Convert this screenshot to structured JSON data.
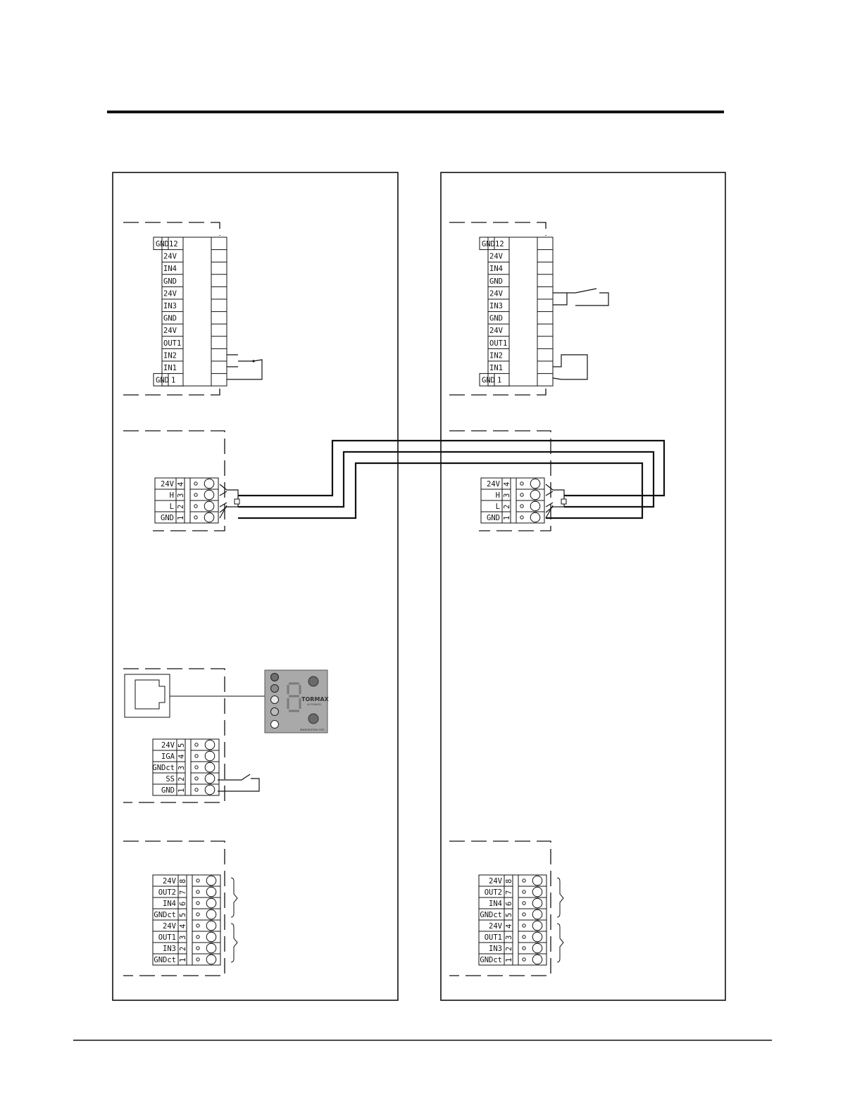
{
  "terminal_block_12": {
    "labels": [
      "GND",
      "24V",
      "IN4",
      "GND",
      "24V",
      "IN3",
      "GND",
      "24V",
      "OUT1",
      "IN2",
      "IN1",
      "GND"
    ],
    "first_number": "12",
    "last_number": "1"
  },
  "can_connector": {
    "rows": [
      {
        "label": "24V",
        "num": "4"
      },
      {
        "label": "H",
        "num": "3"
      },
      {
        "label": "L",
        "num": "2"
      },
      {
        "label": "GND",
        "num": "1"
      }
    ]
  },
  "control_connector": {
    "rows": [
      {
        "label": "24V",
        "num": "5"
      },
      {
        "label": "IGA",
        "num": "4"
      },
      {
        "label": "GNDct",
        "num": "3"
      },
      {
        "label": "SS",
        "num": "2"
      },
      {
        "label": "GND",
        "num": "1"
      }
    ]
  },
  "io_connector": {
    "rows": [
      {
        "label": "24V",
        "num": "8"
      },
      {
        "label": "OUT2",
        "num": "7"
      },
      {
        "label": "IN4",
        "num": "6"
      },
      {
        "label": "GNDct",
        "num": "5"
      },
      {
        "label": "24V",
        "num": "4"
      },
      {
        "label": "OUT1",
        "num": "3"
      },
      {
        "label": "IN3",
        "num": "2"
      },
      {
        "label": "GNDct",
        "num": "1"
      }
    ]
  },
  "control_panel": {
    "brand": "TORMAX",
    "tagline": "AUTOMATIC",
    "url": "www.tormax.com",
    "color": "#9a9a9a"
  },
  "colors": {
    "line": "#111111",
    "panel_face": "#a9a9a9"
  }
}
